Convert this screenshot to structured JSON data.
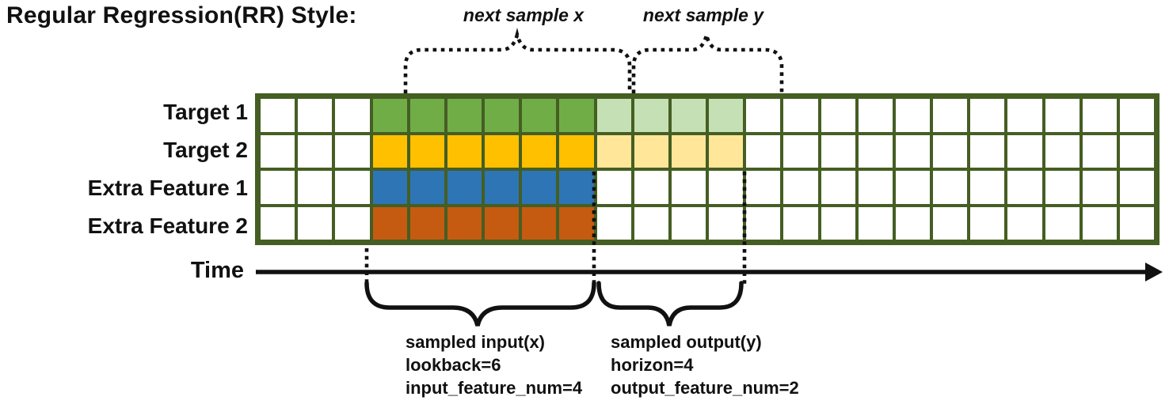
{
  "title": "Regular Regression(RR) Style:",
  "annotations": {
    "next_sample_x": "next sample x",
    "next_sample_y": "next sample y",
    "time_label": "Time",
    "input_lines": [
      "sampled input(x)",
      "lookback=6",
      "input_feature_num=4"
    ],
    "output_lines": [
      "sampled output(y)",
      "horizon=4",
      "output_feature_num=2"
    ]
  },
  "grid": {
    "total_columns": 24,
    "lead_columns": 3,
    "lookback": 6,
    "horizon": 4,
    "rows": [
      {
        "label": "Target 1",
        "input_color": "#70AD47",
        "output_color": "#C5E0B4"
      },
      {
        "label": "Target 2",
        "input_color": "#FFC000",
        "output_color": "#FFE699"
      },
      {
        "label": "Extra Feature 1",
        "input_color": "#2E75B6",
        "output_color": null
      },
      {
        "label": "Extra Feature 2",
        "input_color": "#C55A11",
        "output_color": null
      }
    ]
  },
  "colors": {
    "grid_border": "#455e23",
    "ink": "#111111",
    "input_green": "#70AD47",
    "output_green_light": "#C5E0B4",
    "input_gold": "#FFC000",
    "output_gold_light": "#FFE699",
    "input_blue": "#2E75B6",
    "input_orange": "#C55A11",
    "cell_empty": "#ffffff"
  }
}
